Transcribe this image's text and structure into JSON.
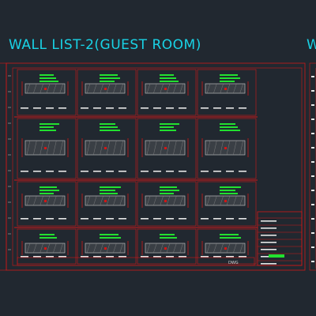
{
  "drawing": {
    "title": "WALL LIST-2(GUEST ROOM)",
    "next_title_fragment": "W",
    "sheet_label": "DWG"
  },
  "colors": {
    "background": "#212830",
    "border_red": "#d01818",
    "title_cyan": "#19d3e6",
    "note_green": "#22e030",
    "note_white": "#e6e6e6",
    "detail_gray": "#b9b9b9"
  },
  "sections": {
    "columns": 4,
    "rows": 4
  }
}
